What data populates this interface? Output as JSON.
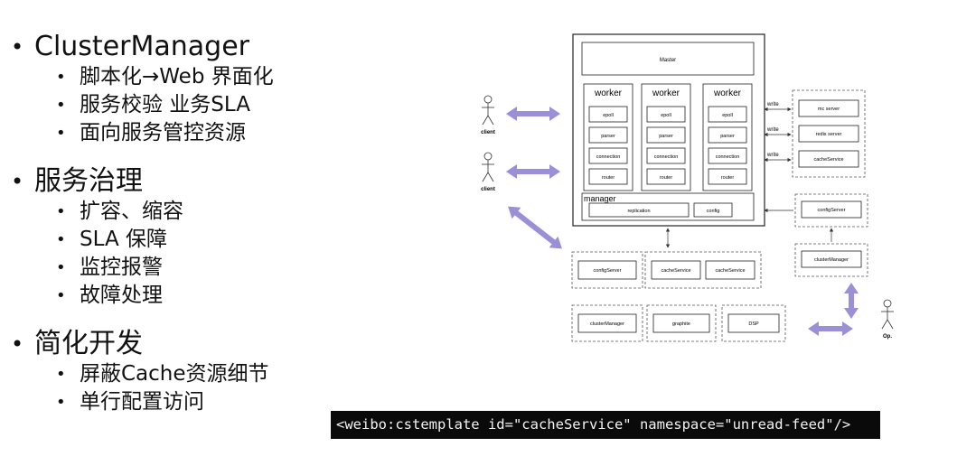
{
  "sections": [
    {
      "title": "ClusterManager",
      "items": [
        "脚本化→Web 界面化",
        "服务校验 业务SLA",
        "面向服务管控资源"
      ]
    },
    {
      "title": "服务治理",
      "items": [
        "扩容、缩容",
        "SLA 保障",
        "监控报警",
        "故障处理"
      ]
    },
    {
      "title": "简化开发",
      "items": [
        "屏蔽Cache资源细节",
        "单行配置访问"
      ]
    }
  ],
  "bullet_glyph": "•",
  "diagram": {
    "master": "Master",
    "workers": [
      {
        "title": "worker",
        "modules": [
          "epoll",
          "parser",
          "connection",
          "router"
        ]
      },
      {
        "title": "worker",
        "modules": [
          "epoll",
          "parser",
          "connection",
          "router"
        ]
      },
      {
        "title": "worker",
        "modules": [
          "epoll",
          "parser",
          "connection",
          "router"
        ]
      }
    ],
    "manager": "manager",
    "replication": "replication",
    "config": "config",
    "client1": "client",
    "client2": "client",
    "operator": "Op.",
    "write1": "write",
    "write2": "write",
    "write3": "write",
    "servers": [
      "mc server",
      "redis server",
      "cacheService"
    ],
    "config_server_right": "configServer",
    "cluster_manager_right": "clusterManager",
    "config_server_mid": "configServer",
    "cache_service_a": "cacheService",
    "cache_service_b": "cacheService",
    "cluster_manager_bottom": "clusterManager",
    "graphite": "graphite",
    "dsp": "DSP",
    "colors": {
      "arrow": "#9b8fd8",
      "line": "#333333",
      "dashed": "#555555"
    }
  },
  "code": "<weibo:cstemplate id=\"cacheService\" namespace=\"unread-feed\"/>"
}
